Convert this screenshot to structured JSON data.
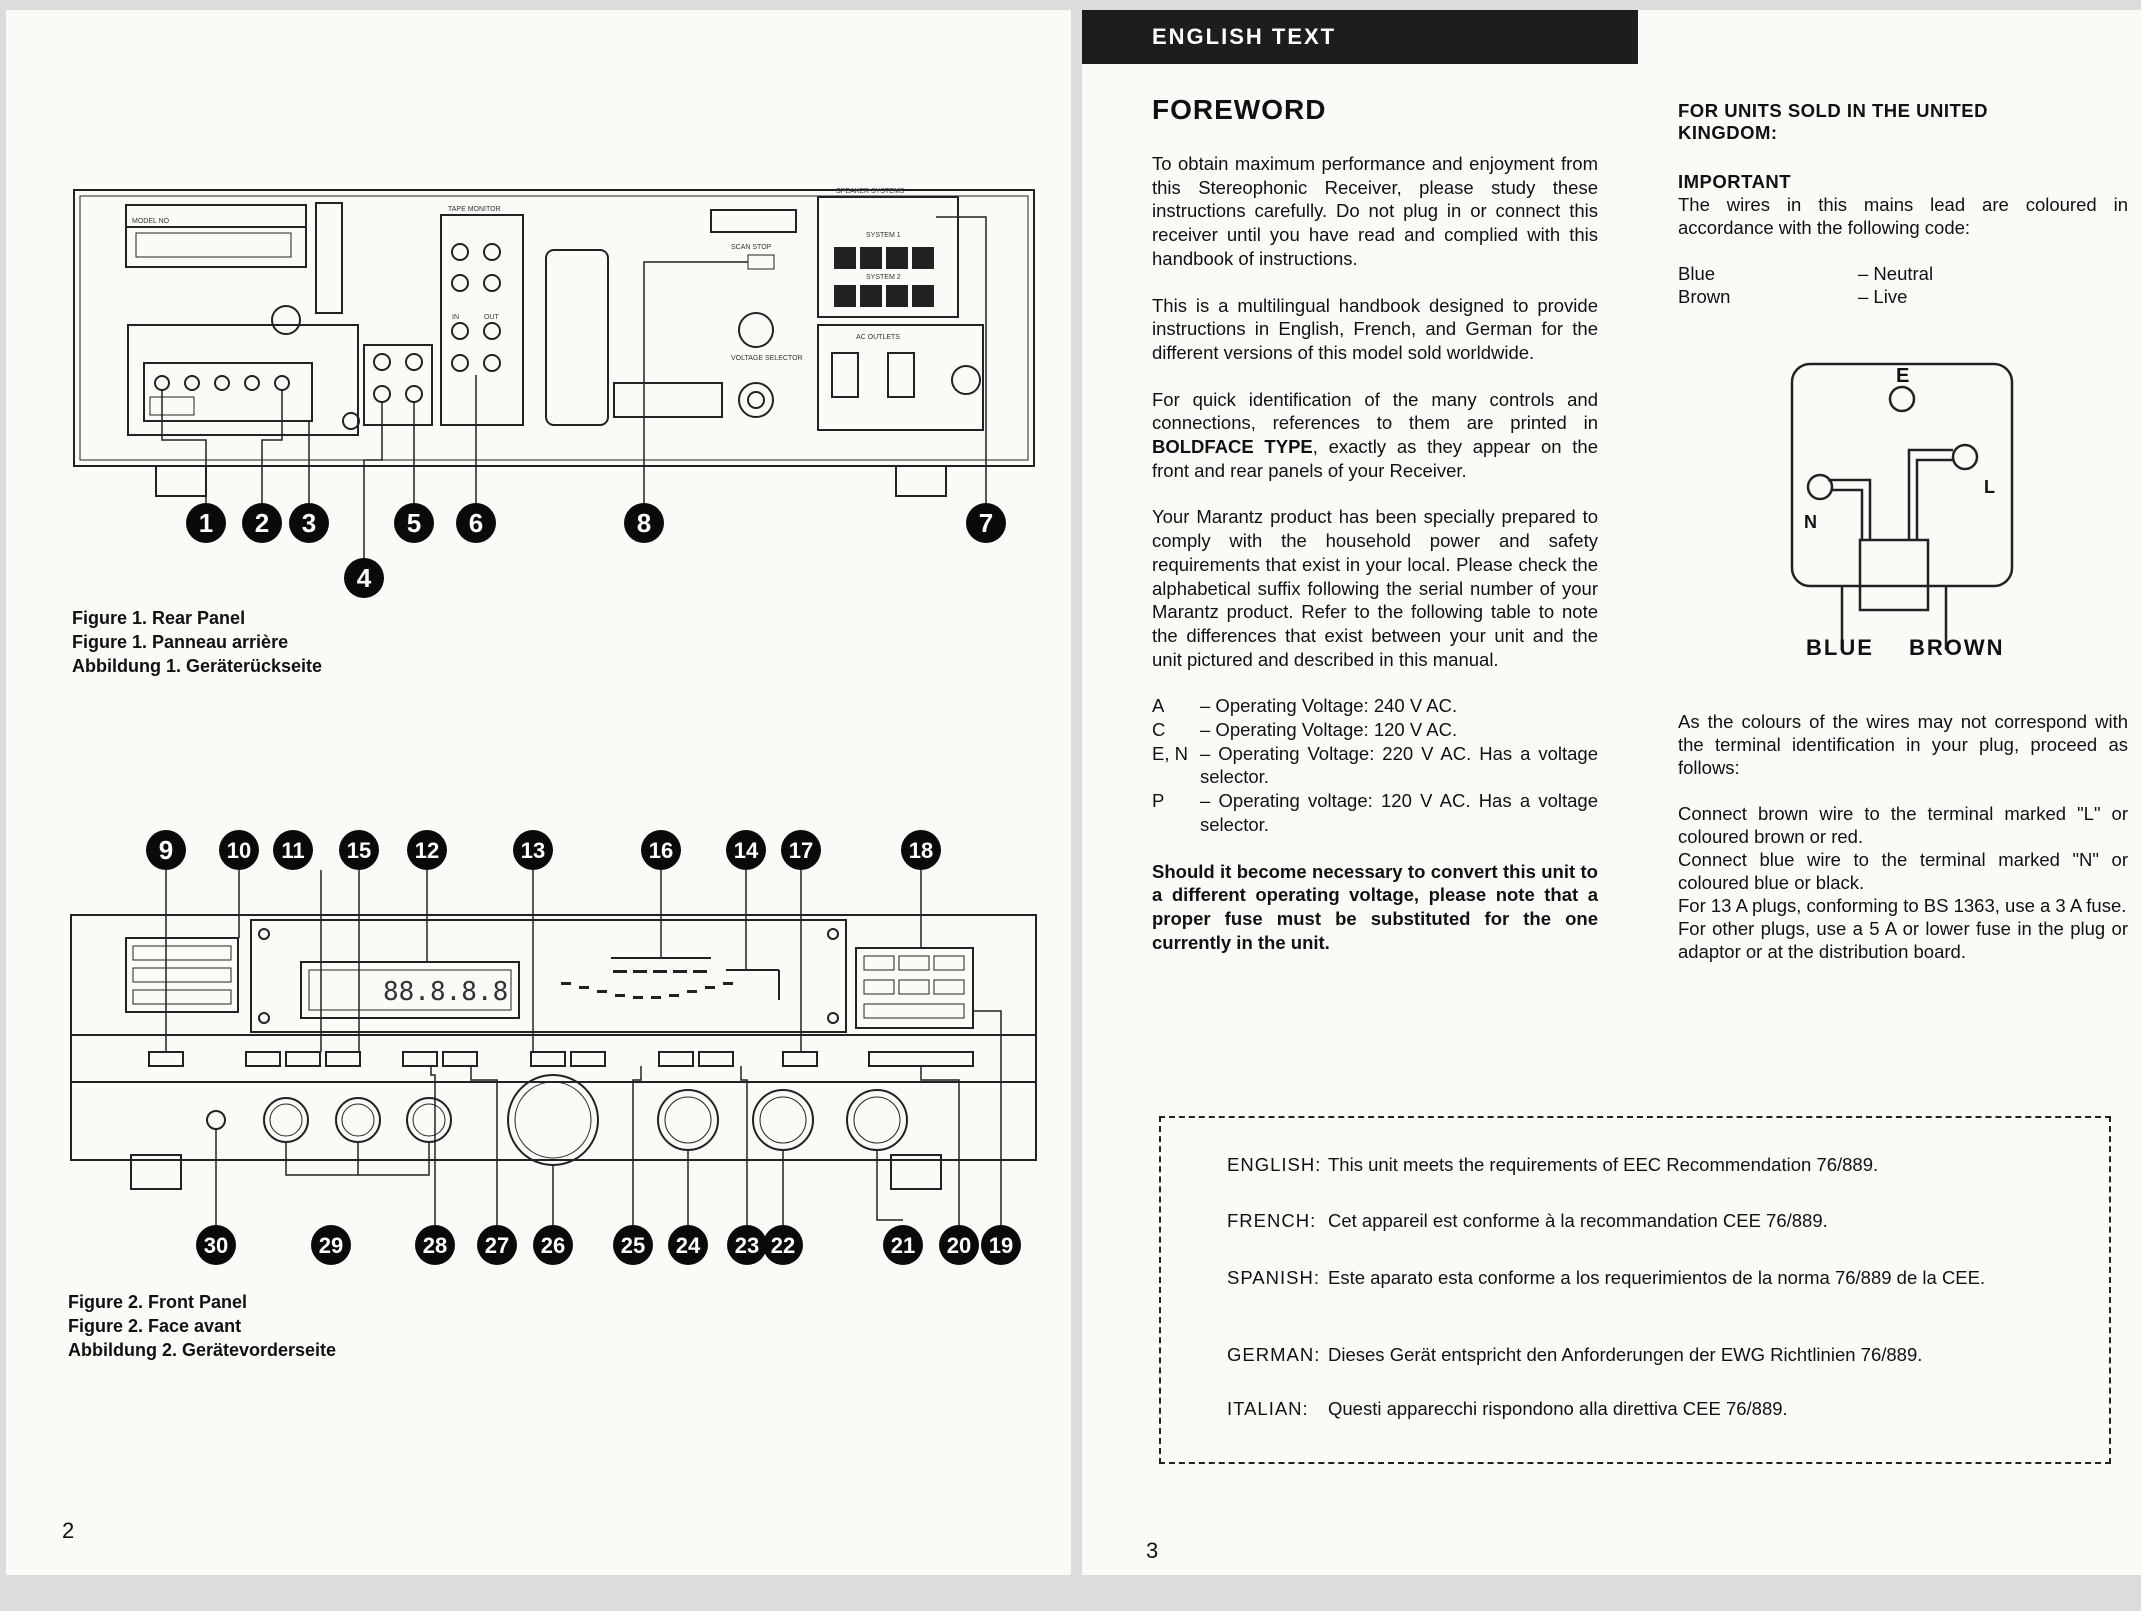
{
  "left": {
    "page_number": "2",
    "figure1": {
      "callouts": [
        "1",
        "2",
        "3",
        "4",
        "5",
        "6",
        "7",
        "8"
      ],
      "labels": {
        "tape_monitor": "TAPE MONITOR",
        "speaker_systems": "SPEAKER SYSTEMS",
        "system1": "SYSTEM 1",
        "system2": "SYSTEM 2",
        "scan_stop": "SCAN STOP",
        "voltage_selector": "VOLTAGE SELECTOR",
        "ac_outlets": "AC OUTLETS",
        "model_no": "MODEL NO",
        "in": "IN",
        "out": "OUT"
      },
      "caption": [
        "Figure 1.  Rear Panel",
        "Figure 1.  Panneau arrière",
        "Abbildung 1.  Geräterückseite"
      ]
    },
    "figure2": {
      "top_callouts": [
        "9",
        "10",
        "11",
        "15",
        "12",
        "13",
        "16",
        "14",
        "17",
        "18"
      ],
      "bottom_callouts": [
        "30",
        "29",
        "28",
        "27",
        "26",
        "25",
        "24",
        "23",
        "22",
        "21",
        "20",
        "19"
      ],
      "display_readout": "88.8.8.8",
      "caption": [
        "Figure 2.  Front Panel",
        "Figure 2.  Face avant",
        "Abbildung 2.  Gerätevorderseite"
      ]
    }
  },
  "right": {
    "page_number": "3",
    "banner": "ENGLISH TEXT",
    "foreword": {
      "title": "FOREWORD",
      "p1": "To obtain maximum performance and enjoyment from this Stereophonic Receiver, please study these instructions carefully. Do not plug in or connect this receiver until you have read and complied with this handbook of instructions.",
      "p2": "This is a multilingual handbook designed to provide instructions in English, French, and German for the different versions of this model sold worldwide.",
      "p3_before": "For quick identification of the many controls and connections, references to them are printed in ",
      "p3_bold": "BOLDFACE TYPE",
      "p3_after": ", exactly as they appear on the front and rear panels of your Receiver.",
      "p4": "Your Marantz product has been specially prepared to comply with the household power and safety requirements that exist in your local. Please check the alphabetical suffix following the serial number of your Marantz product. Refer to the following table to note the differences that exist between your unit and the unit pictured and described in this manual.",
      "voltages": [
        {
          "key": "A",
          "text": "– Operating Voltage: 240 V AC."
        },
        {
          "key": "C",
          "text": "– Operating Voltage: 120 V AC."
        },
        {
          "key": "E, N",
          "text": "– Operating Voltage: 220 V AC. Has a voltage selector."
        },
        {
          "key": "P",
          "text": "– Operating voltage: 120 V AC. Has a voltage selector."
        }
      ],
      "warning": "Should it become necessary to convert this unit to a different operating voltage, please note that a proper fuse must be substituted for the one currently in the unit."
    },
    "uk": {
      "title": "FOR UNITS SOLD IN THE UNITED KINGDOM:",
      "important": "IMPORTANT",
      "intro": "The wires in this mains lead are coloured in accordance with the following code:",
      "wires": [
        {
          "colour": "Blue",
          "role": "– Neutral"
        },
        {
          "colour": "Brown",
          "role": "– Live"
        }
      ],
      "diagram": {
        "e": "E",
        "n": "N",
        "l": "L",
        "blue": "BLUE",
        "brown": "BROWN"
      },
      "p_colours": "As the colours of the wires may not correspond with the terminal identification in your plug, proceed as follows:",
      "steps": [
        "Connect brown wire to the terminal marked \"L\" or coloured brown or red.",
        "Connect blue wire to the terminal marked \"N\" or coloured blue or black.",
        "For 13 A plugs, conforming to BS 1363, use a 3 A fuse.",
        "For other plugs, use a 5 A or lower fuse in the plug or adaptor or at the distribution board."
      ]
    },
    "compliance": [
      {
        "lang": "ENGLISH:",
        "text": "This unit meets the requirements of EEC Recommendation 76/889."
      },
      {
        "lang": "FRENCH:",
        "text": "Cet appareil est conforme à la recommandation CEE 76/889."
      },
      {
        "lang": "SPANISH:",
        "text": "Este aparato esta conforme a los requerimientos de la norma 76/889 de la CEE."
      },
      {
        "lang": "GERMAN:",
        "text": "Dieses Gerät entspricht den Anforderungen der EWG Richtlinien 76/889."
      },
      {
        "lang": "ITALIAN:",
        "text": "Questi apparecchi rispondono alla direttiva CEE 76/889."
      }
    ]
  }
}
